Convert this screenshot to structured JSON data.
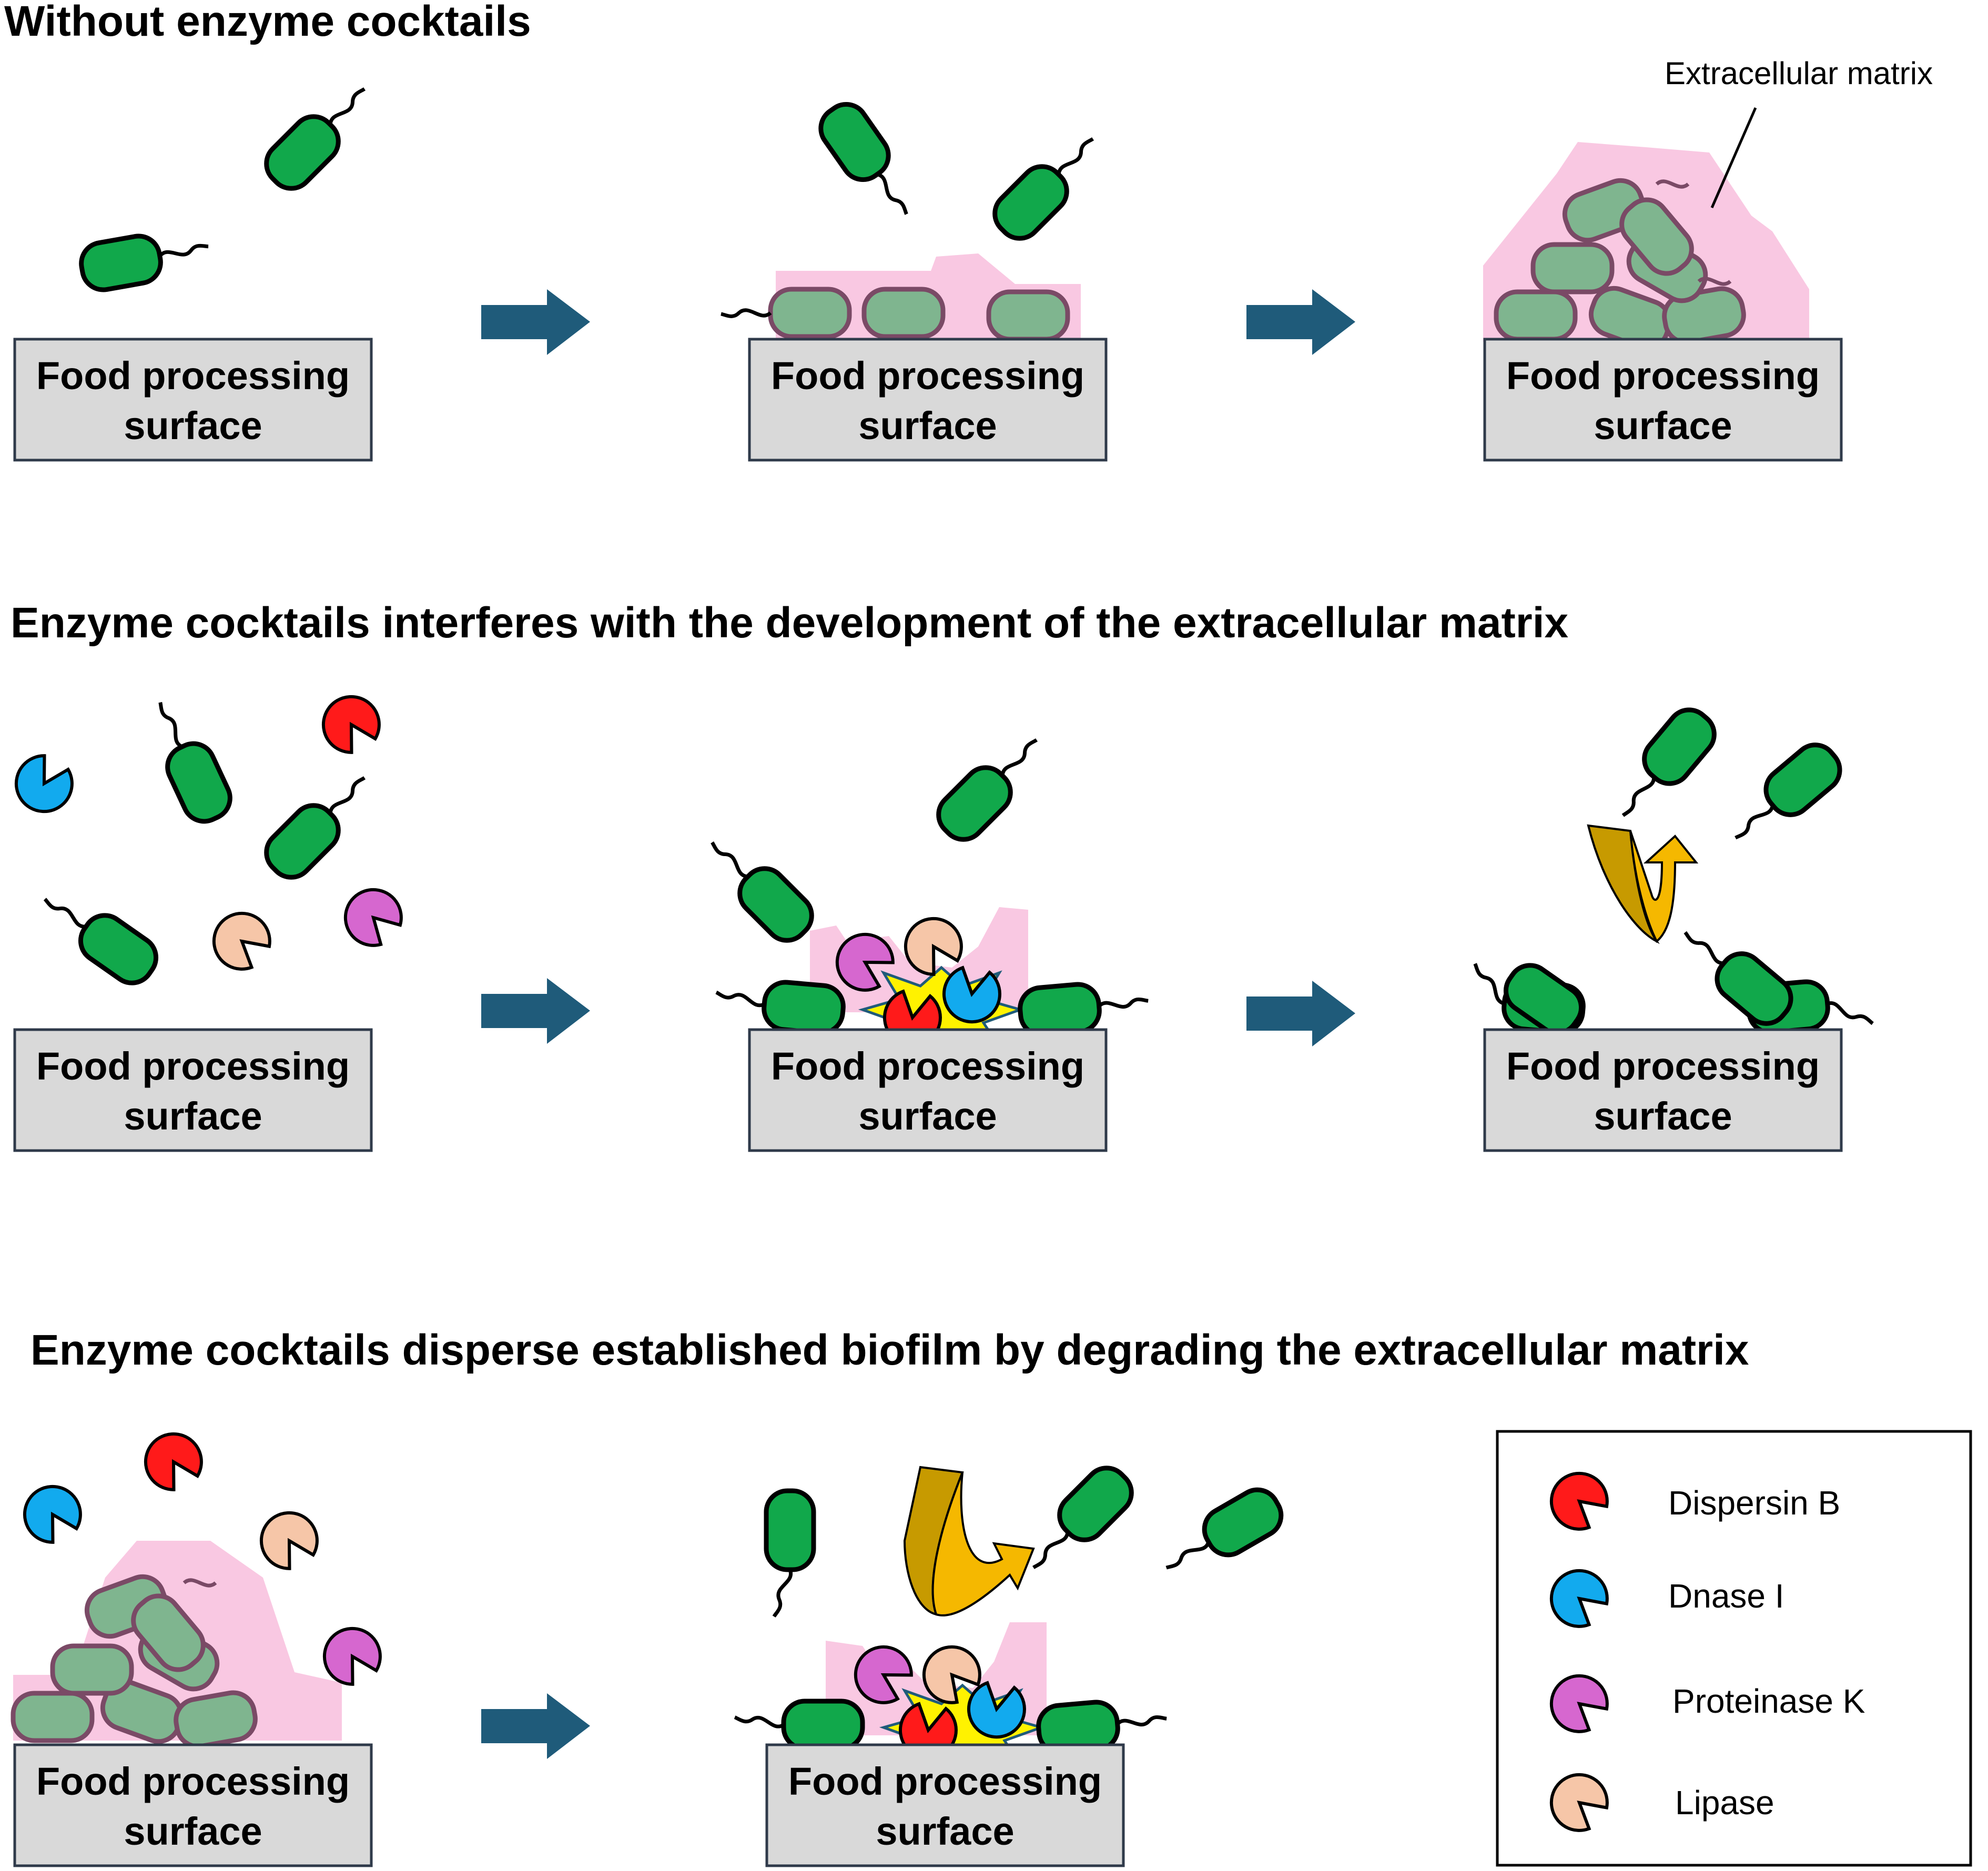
{
  "headings": {
    "row1": "Without enzyme cocktails",
    "row2": "Enzyme cocktails interferes with the  development of the extracellular matrix",
    "row3": "Enzyme cocktails disperse established biofilm by degrading the extracellular matrix"
  },
  "surface": {
    "line1": "Food processing",
    "line2": "surface"
  },
  "extracellular_matrix_label": "Extracellular matrix",
  "legend": {
    "items": [
      {
        "label": "Dispersin B",
        "color": "#ff1a1a",
        "icon": "dispersin-b-icon"
      },
      {
        "label": "Dnase I",
        "color": "#12aaee",
        "icon": "dnase-i-icon"
      },
      {
        "label": "Proteinase K",
        "color": "#d667cf",
        "icon": "proteinase-k-icon"
      },
      {
        "label": "Lipase",
        "color": "#f6c6a8",
        "icon": "lipase-icon"
      }
    ]
  },
  "colors": {
    "bacteria": "#11a84b",
    "matrix": "#f7b6d8",
    "arrow": "#1f5b7a",
    "surface": "#d9d9d9",
    "burst": "#fff200",
    "dispersal_arrow": "#f5b800"
  }
}
